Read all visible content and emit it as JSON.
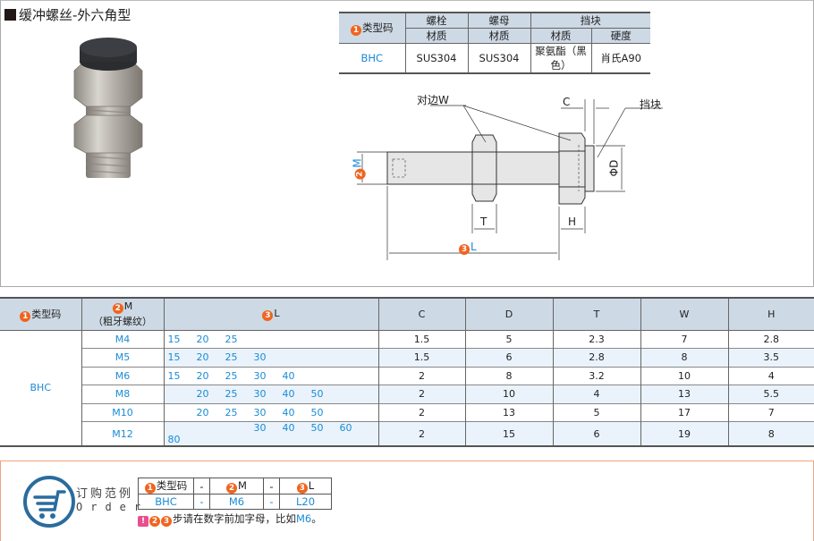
{
  "title": "缓冲螺丝-外六角型",
  "spec_table": {
    "type_code_label": "类型码",
    "type_badge": "1",
    "headers": [
      "螺栓",
      "螺母",
      "挡块"
    ],
    "sub_headers": [
      "材质",
      "材质",
      "材质",
      "硬度"
    ],
    "row": {
      "type": "BHC",
      "bolt_material": "SUS304",
      "nut_material": "SUS304",
      "stopper_material": "聚氨酯（黑色）",
      "stopper_hardness": "肖氏A90"
    }
  },
  "drawing": {
    "labels": {
      "across_flats": "对边W",
      "stopper": "挡块",
      "c": "C",
      "d": "ΦD",
      "t": "T",
      "h": "H",
      "m": "M",
      "m_badge": "2",
      "l": "L",
      "l_badge": "3"
    }
  },
  "main_table": {
    "headers": {
      "type": "类型码",
      "type_badge": "1",
      "m": "M",
      "m_badge": "2",
      "m_sub": "（粗牙螺纹）",
      "l": "L",
      "l_badge": "3",
      "c": "C",
      "d": "D",
      "t": "T",
      "w": "W",
      "h": "H"
    },
    "type_value": "BHC",
    "rows": [
      {
        "m": "M4",
        "l": [
          "15",
          "20",
          "25",
          "",
          "",
          "",
          "",
          ""
        ],
        "c": "1.5",
        "d": "5",
        "t": "2.3",
        "w": "7",
        "h": "2.8"
      },
      {
        "m": "M5",
        "l": [
          "15",
          "20",
          "25",
          "30",
          "",
          "",
          "",
          ""
        ],
        "c": "1.5",
        "d": "6",
        "t": "2.8",
        "w": "8",
        "h": "3.5"
      },
      {
        "m": "M6",
        "l": [
          "15",
          "20",
          "25",
          "30",
          "40",
          "",
          "",
          ""
        ],
        "c": "2",
        "d": "8",
        "t": "3.2",
        "w": "10",
        "h": "4"
      },
      {
        "m": "M8",
        "l": [
          "",
          "20",
          "25",
          "30",
          "40",
          "50",
          "",
          ""
        ],
        "c": "2",
        "d": "10",
        "t": "4",
        "w": "13",
        "h": "5.5"
      },
      {
        "m": "M10",
        "l": [
          "",
          "20",
          "25",
          "30",
          "40",
          "50",
          "",
          ""
        ],
        "c": "2",
        "d": "13",
        "t": "5",
        "w": "17",
        "h": "7"
      },
      {
        "m": "M12",
        "l": [
          "",
          "",
          "",
          "30",
          "40",
          "50",
          "60",
          "80"
        ],
        "c": "2",
        "d": "15",
        "t": "6",
        "w": "19",
        "h": "8"
      }
    ]
  },
  "order": {
    "title": "订购范例",
    "subtitle": "Order",
    "headers": [
      "类型码",
      "-",
      "M",
      "-",
      "L"
    ],
    "header_badges": [
      "1",
      "",
      "2",
      "",
      "3"
    ],
    "values": [
      "BHC",
      "-",
      "M6",
      "-",
      "L20"
    ],
    "note_badges": [
      "!",
      "2",
      "3"
    ],
    "note_text": "步请在数字前加字母，比如",
    "note_example": "M6",
    "note_end": "。"
  }
}
